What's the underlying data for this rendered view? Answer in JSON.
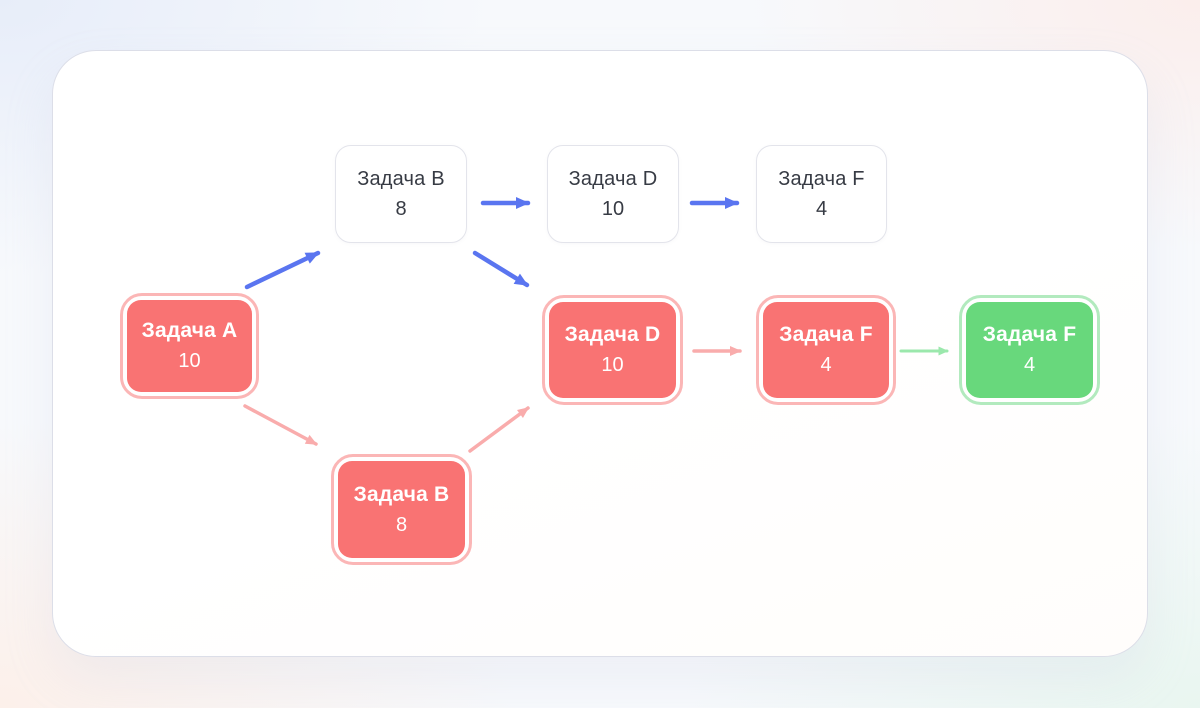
{
  "diagram": {
    "type": "task-graph",
    "nodes": [
      {
        "id": "task-b-alt",
        "label": "Задача B",
        "value": "8",
        "variant": "plain"
      },
      {
        "id": "task-d-alt",
        "label": "Задача D",
        "value": "10",
        "variant": "plain"
      },
      {
        "id": "task-f-alt",
        "label": "Задача F",
        "value": "4",
        "variant": "plain"
      },
      {
        "id": "task-a",
        "label": "Задача A",
        "value": "10",
        "variant": "critical"
      },
      {
        "id": "task-d",
        "label": "Задача D",
        "value": "10",
        "variant": "critical"
      },
      {
        "id": "task-f",
        "label": "Задача F",
        "value": "4",
        "variant": "critical"
      },
      {
        "id": "task-f-done",
        "label": "Задача F",
        "value": "4",
        "variant": "done"
      },
      {
        "id": "task-b",
        "label": "Задача B",
        "value": "8",
        "variant": "critical"
      }
    ],
    "edges": [
      {
        "from": "task-a",
        "to": "task-b-alt",
        "color": "blue"
      },
      {
        "from": "task-b-alt",
        "to": "task-d-alt",
        "color": "blue"
      },
      {
        "from": "task-d-alt",
        "to": "task-f-alt",
        "color": "blue"
      },
      {
        "from": "task-b-alt",
        "to": "task-d",
        "color": "blue"
      },
      {
        "from": "task-a",
        "to": "task-b",
        "color": "pink"
      },
      {
        "from": "task-b",
        "to": "task-d",
        "color": "pink"
      },
      {
        "from": "task-d",
        "to": "task-f",
        "color": "pink"
      },
      {
        "from": "task-f",
        "to": "task-f-done",
        "color": "green"
      }
    ]
  },
  "colors": {
    "critical_fill": "#F97373",
    "critical_ring": "#FBB6B6",
    "done_fill": "#68D87C",
    "done_ring": "#B2EABE",
    "plain_border": "#E3E4EB",
    "plain_text": "#373B44",
    "node_text": "#FFFFFF",
    "arrow_blue": "#5A75F0",
    "arrow_pink": "#F9ACAC",
    "arrow_green": "#9BE8AC"
  }
}
